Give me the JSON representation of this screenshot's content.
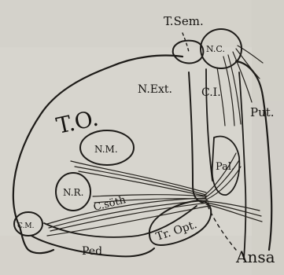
{
  "figure": {
    "labels": {
      "t_sem": "T.Sem.",
      "n_c": "N.C.",
      "n_ext": "N.Ext.",
      "c_i": "C.I.",
      "put": "Put.",
      "t_o": "T.O.",
      "n_m": "N.M.",
      "pal": "Pal.",
      "n_r": "N.R.",
      "c_soth": "C.söth",
      "tr_opt": "Tr. Opt.",
      "ansa": "Ansa",
      "c_m": "C.M.",
      "ped": "Ped"
    }
  }
}
